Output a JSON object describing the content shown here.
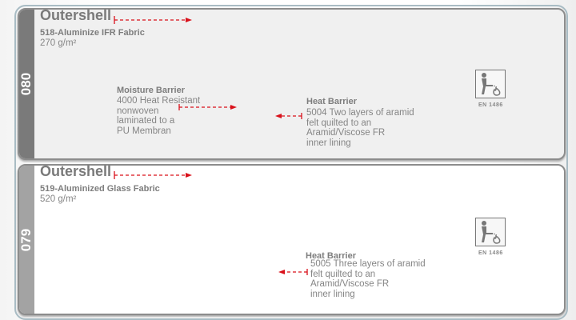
{
  "panels": [
    {
      "code": "080",
      "outershell_title": "Outershell",
      "outershell_name": "518-Aluminize IFR Fabric",
      "outershell_weight": "270 g/m²",
      "moisture_title": "Moisture Barrier",
      "moisture_text": "4000 Heat Resistant\nnonwoven\nlaminated to a\nPU Membran",
      "heat_title": "Heat Barrier",
      "heat_text": "5004 Two layers of aramid\nfelt quilted to an\nAramid/Viscose FR\ninner lining",
      "standard": "EN 1486",
      "standard_icon": "firefighter-icon"
    },
    {
      "code": "079",
      "outershell_title": "Outershell",
      "outershell_name": "519-Aluminized Glass Fabric",
      "outershell_weight": "520 g/m²",
      "heat_title": "Heat Barrier",
      "heat_text": "5005 Three layers of aramid\nfelt quilted to an\nAramid/Viscose FR\ninner lining",
      "standard": "EN 1486",
      "standard_icon": "firefighter-icon"
    }
  ],
  "colors": {
    "arrow": "#d9111b",
    "text": "#7a7a7a"
  }
}
